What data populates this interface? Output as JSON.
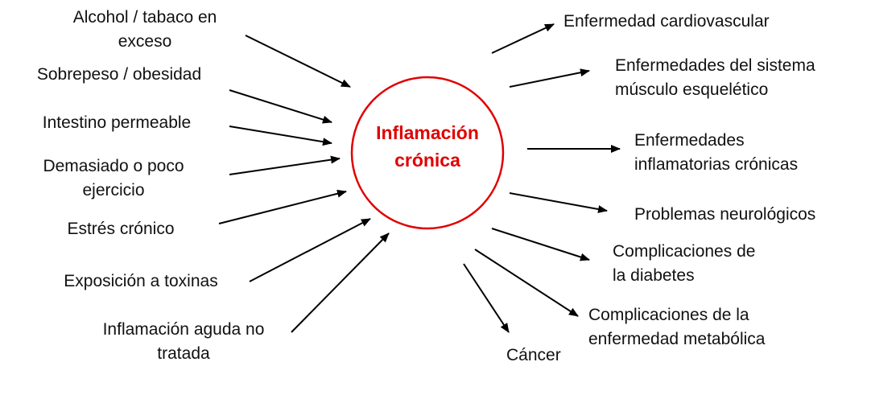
{
  "center": {
    "line1": "Inflamación",
    "line2": "crónica",
    "color": "#e00000"
  },
  "causes": [
    {
      "line1": "Alcohol / tabaco en",
      "line2": "exceso"
    },
    {
      "line1": "Sobrepeso / obesidad"
    },
    {
      "line1": "Intestino permeable"
    },
    {
      "line1": "Demasiado o poco",
      "line2": "ejercicio"
    },
    {
      "line1": "Estrés crónico"
    },
    {
      "line1": "Exposición a toxinas"
    },
    {
      "line1": "Inflamación aguda no",
      "line2": "tratada"
    }
  ],
  "effects": [
    {
      "line1": "Enfermedad cardiovascular"
    },
    {
      "line1": "Enfermedades del sistema",
      "line2": "músculo esquelético"
    },
    {
      "line1": "Enfermedades",
      "line2": "inflamatorias crónicas"
    },
    {
      "line1": "Problemas neurológicos"
    },
    {
      "line1": "Complicaciones de",
      "line2": "la diabetes"
    },
    {
      "line1": "Complicaciones de la",
      "line2": "enfermedad metabólica"
    },
    {
      "line1": "Cáncer"
    }
  ]
}
